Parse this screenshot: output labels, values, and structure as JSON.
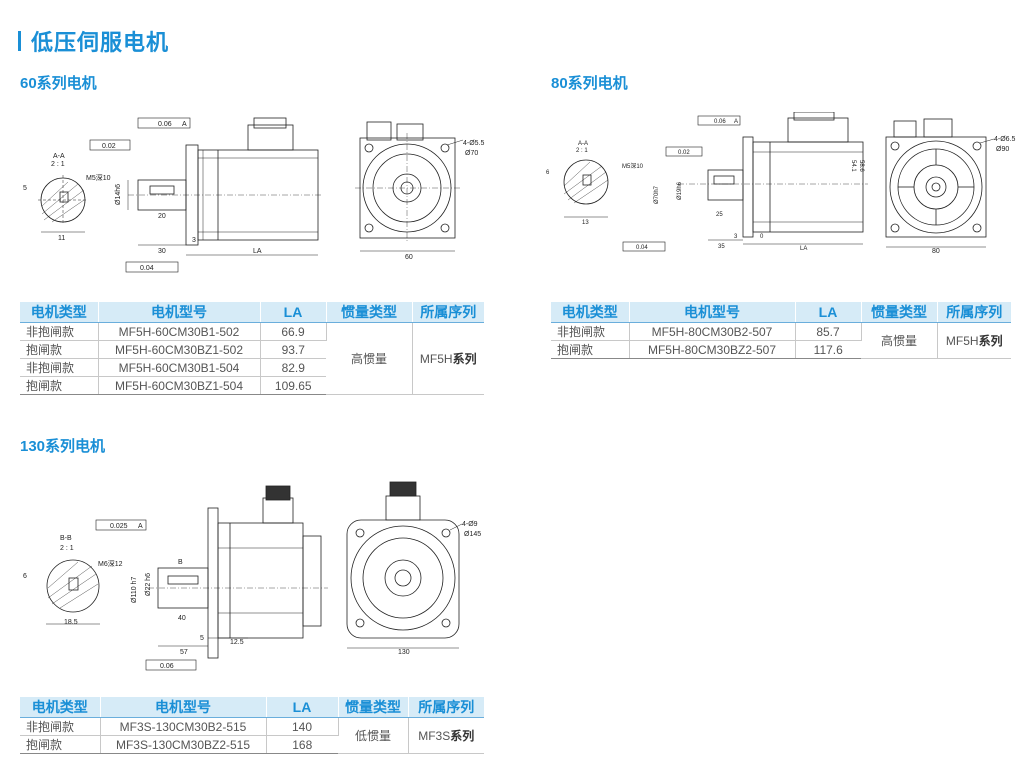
{
  "page": {
    "title": "低压伺服电机"
  },
  "sections": {
    "s60": {
      "heading": "60系列电机",
      "headers": [
        "电机类型",
        "电机型号",
        "LA",
        "惯量类型",
        "所属序列"
      ],
      "rows": [
        {
          "type": "非抱闸款",
          "model": "MF5H-60CM30B1-502",
          "la": "66.9"
        },
        {
          "type": "抱闸款",
          "model": "MF5H-60CM30BZ1-502",
          "la": "93.7"
        },
        {
          "type": "非抱闸款",
          "model": "MF5H-60CM30B1-504",
          "la": "82.9"
        },
        {
          "type": "抱闸款",
          "model": "MF5H-60CM30BZ1-504",
          "la": "109.65"
        }
      ],
      "inertia": "高惯量",
      "series_prefix": "MF5H",
      "series_suffix": "系列",
      "drawing": {
        "section_label": "A-A",
        "section_scale": "2 : 1",
        "thread": "M5深10",
        "key_h": "5",
        "shaft_w": "11",
        "tol_flat": "0.06",
        "tol_perp": "0.02",
        "tol_conc": "0.04",
        "datum": "A",
        "shaft_dia": "Ø14h6",
        "key_len": "20",
        "shaft_len": "30",
        "flange_t": "3",
        "la": "LA",
        "holes": "4-Ø5.5",
        "pcd": "Ø70",
        "flange": "60"
      }
    },
    "s80": {
      "heading": "80系列电机",
      "headers": [
        "电机类型",
        "电机型号",
        "LA",
        "惯量类型",
        "所属序列"
      ],
      "rows": [
        {
          "type": "非抱闸款",
          "model": "MF5H-80CM30B2-507",
          "la": "85.7"
        },
        {
          "type": "抱闸款",
          "model": "MF5H-80CM30BZ2-507",
          "la": "117.6"
        }
      ],
      "inertia": "高惯量",
      "series_prefix": "MF5H",
      "series_suffix": "系列",
      "drawing": {
        "section_label": "A-A",
        "section_scale": "2 : 1",
        "thread": "M5深10",
        "key_h": "6",
        "shaft_w": "13",
        "tol_flat": "0.06",
        "tol_perp": "0.02",
        "tol_conc": "0.04",
        "datum": "A",
        "spigot": "Ø70h7",
        "shaft_dia": "Ø19h6",
        "key_len": "25",
        "shaft_len": "35",
        "flange_t": "3",
        "spigot_h": "0",
        "la": "LA",
        "h1": "54.1",
        "h2": "58.6",
        "holes": "4-Ø6.5",
        "pcd": "Ø90",
        "flange": "80"
      }
    },
    "s130": {
      "heading": "130系列电机",
      "headers": [
        "电机类型",
        "电机型号",
        "LA",
        "惯量类型",
        "所属序列"
      ],
      "rows": [
        {
          "type": "非抱闸款",
          "model": "MF3S-130CM30B2-515",
          "la": "140"
        },
        {
          "type": "抱闸款",
          "model": "MF3S-130CM30BZ2-515",
          "la": "168"
        }
      ],
      "inertia": "低惯量",
      "series_prefix": "MF3S",
      "series_suffix": "系列",
      "drawing": {
        "section_label": "B-B",
        "section_scale": "2 : 1",
        "thread": "M6深12",
        "key_h": "6",
        "shaft_w": "18.5",
        "tol_flat": "0.025",
        "tol_conc": "0.06",
        "datum": "A",
        "spigot": "Ø110 h7",
        "shaft_dia": "Ø22 h6",
        "key_len": "40",
        "section_mark": "B",
        "shaft_len": "57",
        "flange_t": "5",
        "spigot_h": "12.5",
        "holes": "4-Ø9",
        "pcd": "Ø145",
        "flange": "130"
      }
    }
  },
  "colors": {
    "accent": "#1a8fd6",
    "header_bg": "#d6ebf7",
    "line": "#222222"
  }
}
